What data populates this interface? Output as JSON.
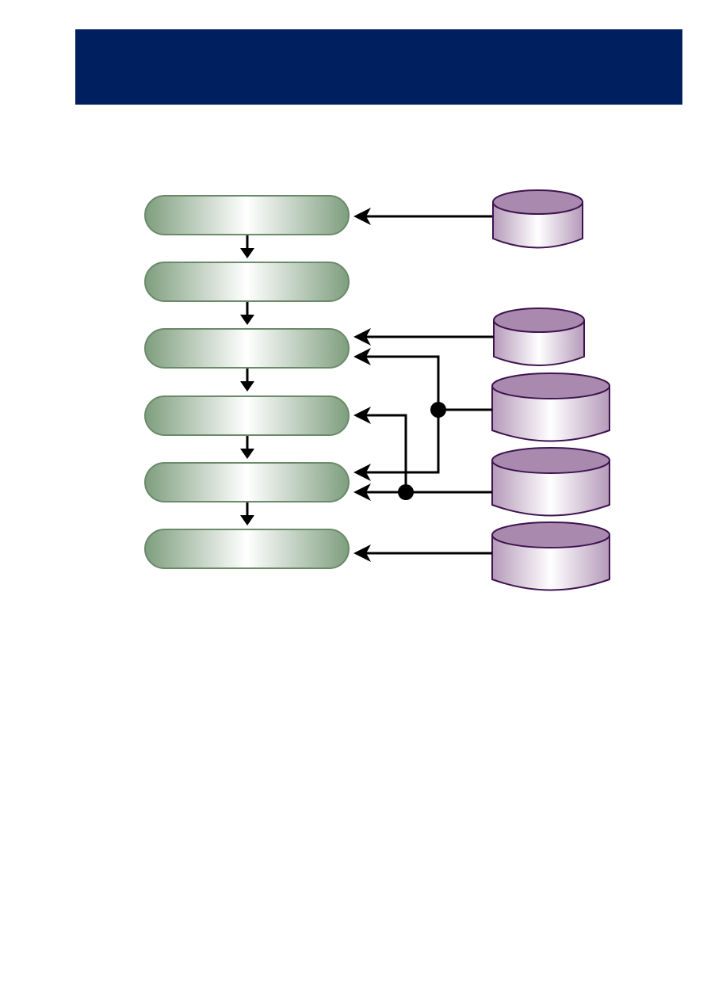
{
  "header": {
    "title": "",
    "color": "#001F5F"
  },
  "diagram": {
    "process_steps": [
      {
        "id": "step-1",
        "label": ""
      },
      {
        "id": "step-2",
        "label": ""
      },
      {
        "id": "step-3",
        "label": ""
      },
      {
        "id": "step-4",
        "label": ""
      },
      {
        "id": "step-5",
        "label": ""
      },
      {
        "id": "step-6",
        "label": ""
      }
    ],
    "data_stores": [
      {
        "id": "store-1",
        "label": ""
      },
      {
        "id": "store-2",
        "label": ""
      },
      {
        "id": "store-3",
        "label": ""
      },
      {
        "id": "store-4",
        "label": ""
      },
      {
        "id": "store-5",
        "label": ""
      }
    ],
    "flow_sequence": [
      "step-1",
      "step-2",
      "step-3",
      "step-4",
      "step-5",
      "step-6"
    ],
    "connections": [
      {
        "from": "store-1",
        "to": "step-1"
      },
      {
        "from": "store-2",
        "to": "step-3"
      },
      {
        "from": "store-3",
        "to": "step-3"
      },
      {
        "from": "store-3",
        "to": "step-5"
      },
      {
        "from": "store-4",
        "to": "step-4"
      },
      {
        "from": "store-4",
        "to": "step-5"
      },
      {
        "from": "store-5",
        "to": "step-6"
      }
    ],
    "colors": {
      "process_edge": "#7E9E7E",
      "process_center": "#FFFFFF",
      "process_stroke": "#6A8A6A",
      "store_top": "#A98AAE",
      "store_side_edge": "#B59AB9",
      "store_stroke": "#3E1350",
      "connector": "#000000"
    }
  }
}
